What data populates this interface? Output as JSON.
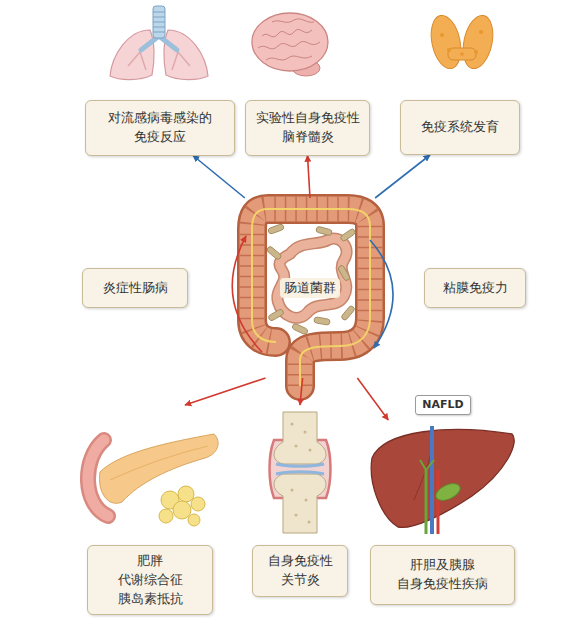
{
  "diagram": {
    "nodes": [
      {
        "text": [
          "对流感病毒感染的 免疫反应"
        ]
      },
      {
        "text": [
          "实验性自身免疫性 脑脊髓炎"
        ]
      },
      {
        "text": [
          "免疫系统发育"
        ]
      },
      {
        "text": [
          "炎症性肠病"
        ]
      },
      {
        "text": [
          "肠道菌群"
        ]
      },
      {
        "text": [
          "粘膜免疫力"
        ]
      },
      {
        "text": [
          "NAFLD"
        ]
      },
      {
        "text": [
          "肥胖 代谢综合征 胰岛素抵抗"
        ]
      },
      {
        "text": [
          "自身免疫性 关节炎"
        ]
      },
      {
        "text": [
          "肝胆及胰腺 自身免疫性疾病"
        ]
      }
    ],
    "edges": [
      {
        "from": 4,
        "to": 0,
        "arrow": "to"
      },
      {
        "from": 4,
        "to": 1,
        "arrow": "to"
      },
      {
        "from": 4,
        "to": 2,
        "arrow": "to"
      },
      {
        "from": 4,
        "to": 7,
        "arrow": "to"
      },
      {
        "from": 4,
        "to": 8,
        "arrow": "to"
      },
      {
        "from": 4,
        "to": 9,
        "arrow": "to"
      }
    ]
  }
}
